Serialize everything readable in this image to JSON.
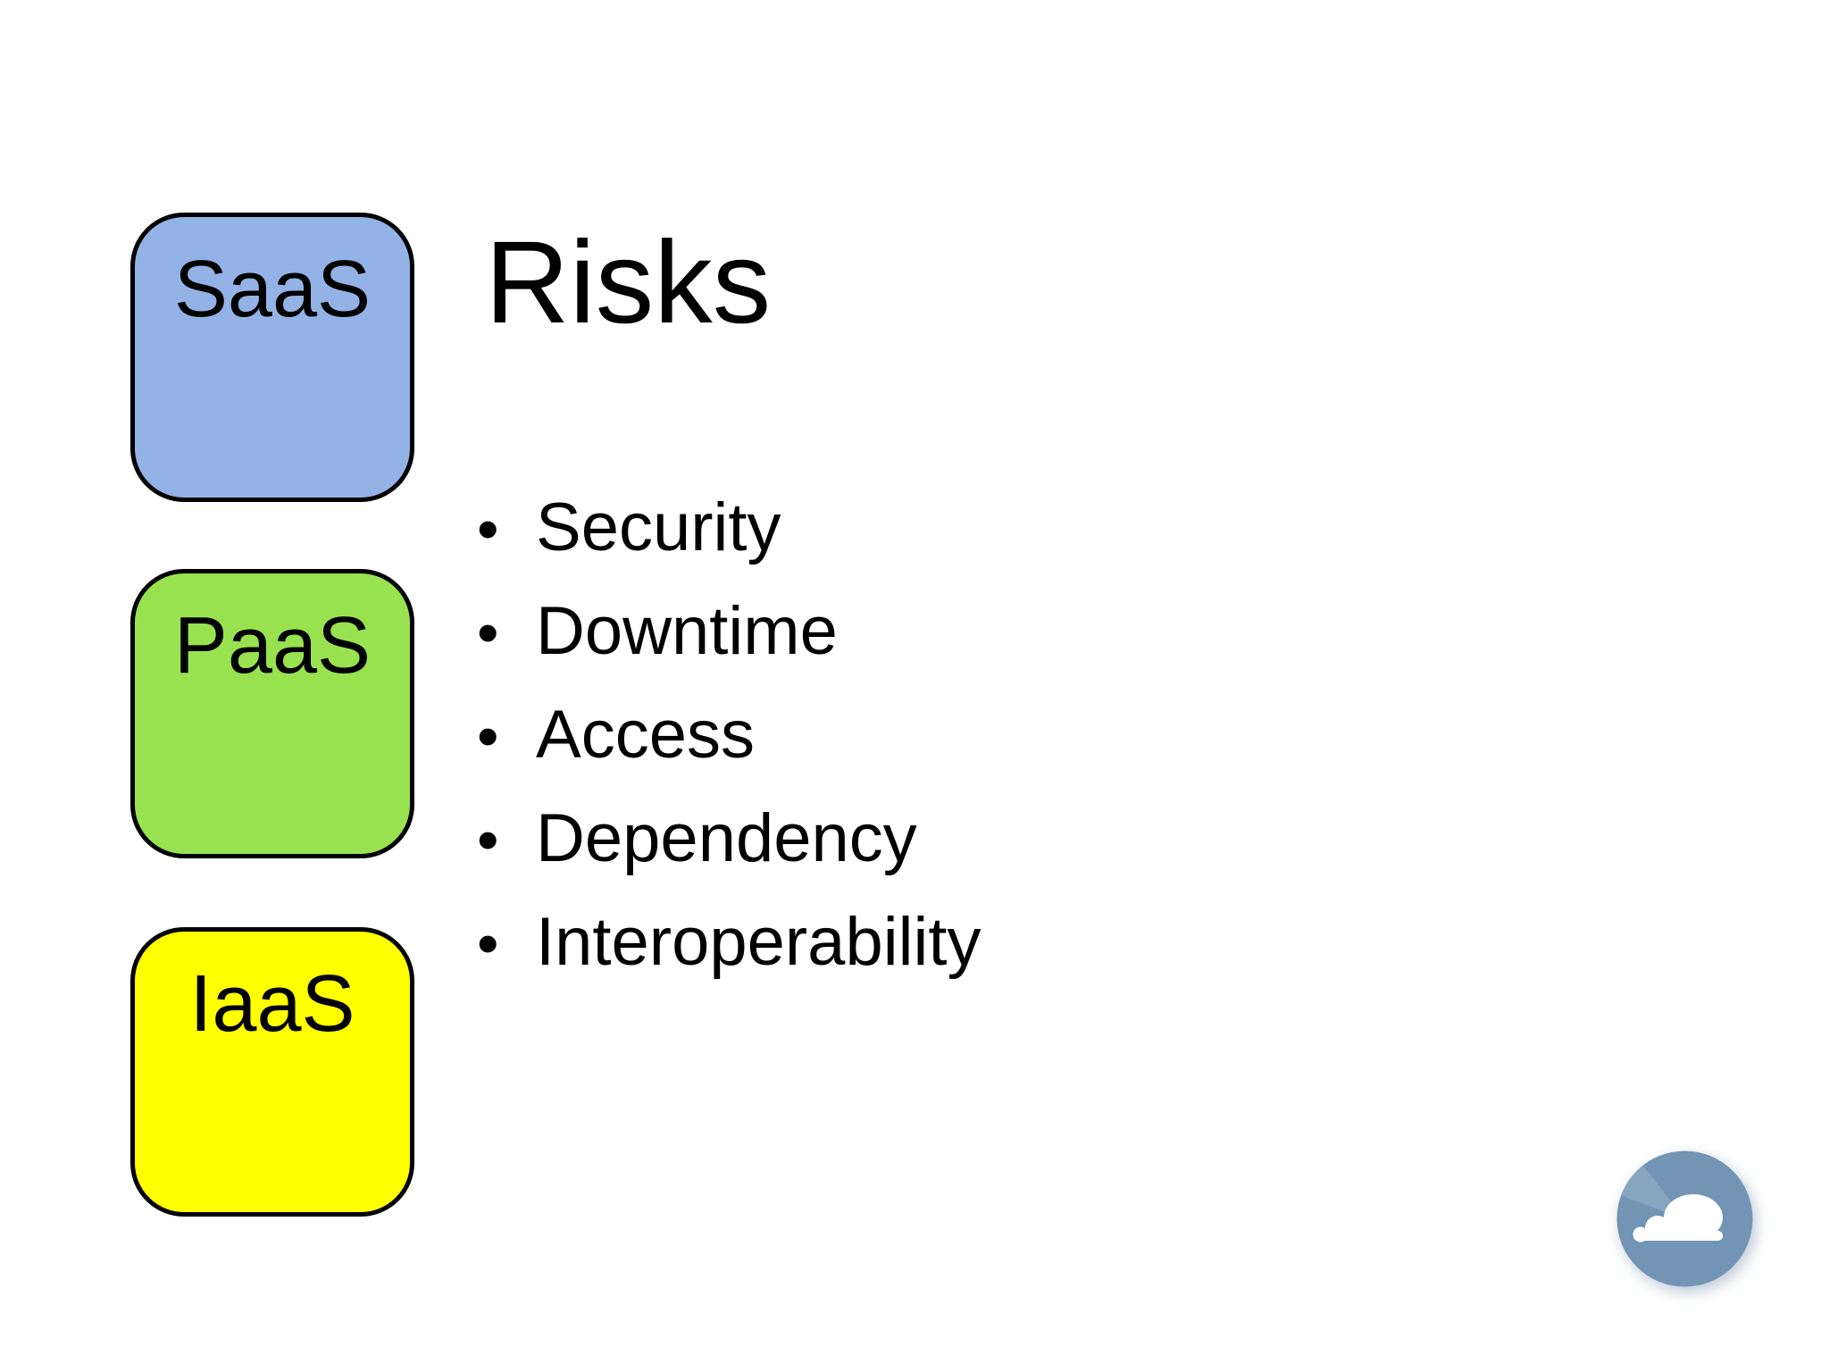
{
  "slide": {
    "background_color": "#FFFFFF",
    "text_color": "#000000",
    "title": "Risks",
    "bullet_char": "•",
    "bullets": [
      "Security",
      "Downtime",
      "Access",
      "Dependency",
      "Interoperability"
    ],
    "service_boxes": [
      {
        "label": "SaaS",
        "fill_color": "#93B2E5"
      },
      {
        "label": "PaaS",
        "fill_color": "#98E24F"
      },
      {
        "label": "IaaS",
        "fill_color": "#FFFF00"
      }
    ],
    "box_border_color": "#000000",
    "logo": {
      "icon": "cloud-icon",
      "circle_color": "#7294B5",
      "highlight_color": "#8BA6C1",
      "cloud_color": "#FFFFFF"
    }
  }
}
